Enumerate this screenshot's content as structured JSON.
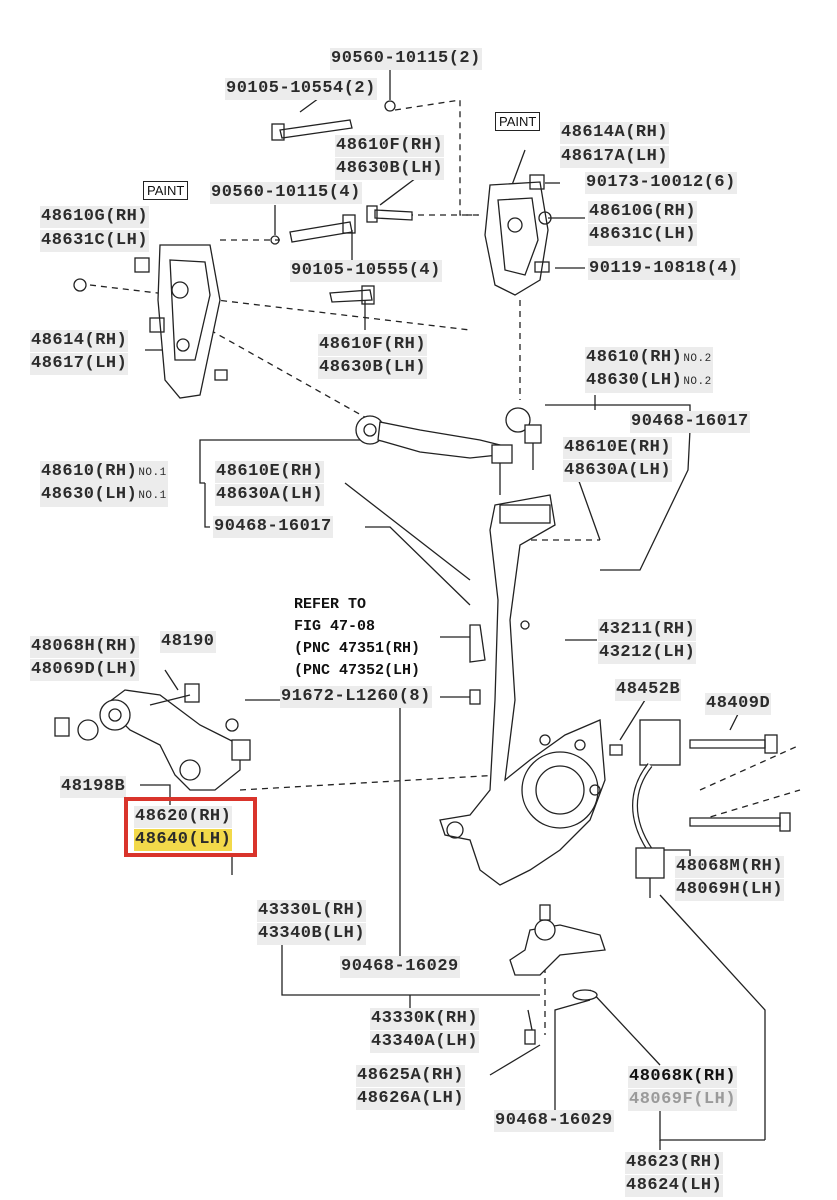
{
  "paint_tags": [
    "PAINT",
    "PAINT"
  ],
  "parts": {
    "p90560_10115_2": "90560-10115(2)",
    "p90105_10554_2": "90105-10554(2)",
    "p48610F_rh_top": "48610F(RH)",
    "p48630B_lh_top": "48630B(LH)",
    "p48614A_rh": "48614A(RH)",
    "p48617A_lh": "48617A(LH)",
    "p90173_10012_6": "90173-10012(6)",
    "p48610G_rh_left": "48610G(RH)",
    "p48631C_lh_left": "48631C(LH)",
    "p90560_10115_4": "90560-10115(4)",
    "p48610G_rh_right": "48610G(RH)",
    "p48631C_lh_right": "48631C(LH)",
    "p90105_10555_4": "90105-10555(4)",
    "p90119_10818_4": "90119-10818(4)",
    "p48614_rh": "48614(RH)",
    "p48617_lh": "48617(LH)",
    "p48610F_rh_mid": "48610F(RH)",
    "p48630B_lh_mid": "48630B(LH)",
    "p48610_rh_no2": "48610(RH)",
    "p48630_lh_no2": "48630(LH)",
    "no2": "NO.2",
    "p90468_16017_right": "90468-16017",
    "p48610E_rh_right": "48610E(RH)",
    "p48630A_lh_right": "48630A(LH)",
    "p48610_rh_no1": "48610(RH)",
    "p48630_lh_no1": "48630(LH)",
    "no1": "NO.1",
    "p48610E_rh_left": "48610E(RH)",
    "p48630A_lh_left": "48630A(LH)",
    "p90468_16017_left": "90468-16017",
    "p43211_rh": "43211(RH)",
    "p43212_lh": "43212(LH)",
    "p48068H_rh": "48068H(RH)",
    "p48069D_lh": "48069D(LH)",
    "p48190": "48190",
    "p91672_L1260_8": "91672-L1260(8)",
    "p48452B": "48452B",
    "p48409D": "48409D",
    "p48198B": "48198B",
    "p48620_rh": "48620(RH)",
    "p48640_lh": "48640(LH)",
    "p48068M_rh": "48068M(RH)",
    "p48069H_lh": "48069H(LH)",
    "p43330L_rh": "43330L(RH)",
    "p43340B_lh": "43340B(LH)",
    "p90468_16029_mid": "90468-16029",
    "p43330K_rh": "43330K(RH)",
    "p43340A_lh": "43340A(LH)",
    "p48625A_rh": "48625A(RH)",
    "p48626A_lh": "48626A(LH)",
    "p48068K_rh": "48068K(RH)",
    "p48069F_lh": "48069F(LH)",
    "p90468_16029_bottom": "90468-16029",
    "p48623_rh": "48623(RH)",
    "p48624_lh": "48624(LH)"
  },
  "refer": {
    "line1": "REFER TO",
    "line2": "FIG 47-08",
    "line3": "(PNC 47351(RH)",
    "line4": "(PNC 47352(LH)"
  },
  "colors": {
    "highlight_box": "#d9342b",
    "highlight_fill": "#f2d94a",
    "label_bg": "#ececec"
  }
}
